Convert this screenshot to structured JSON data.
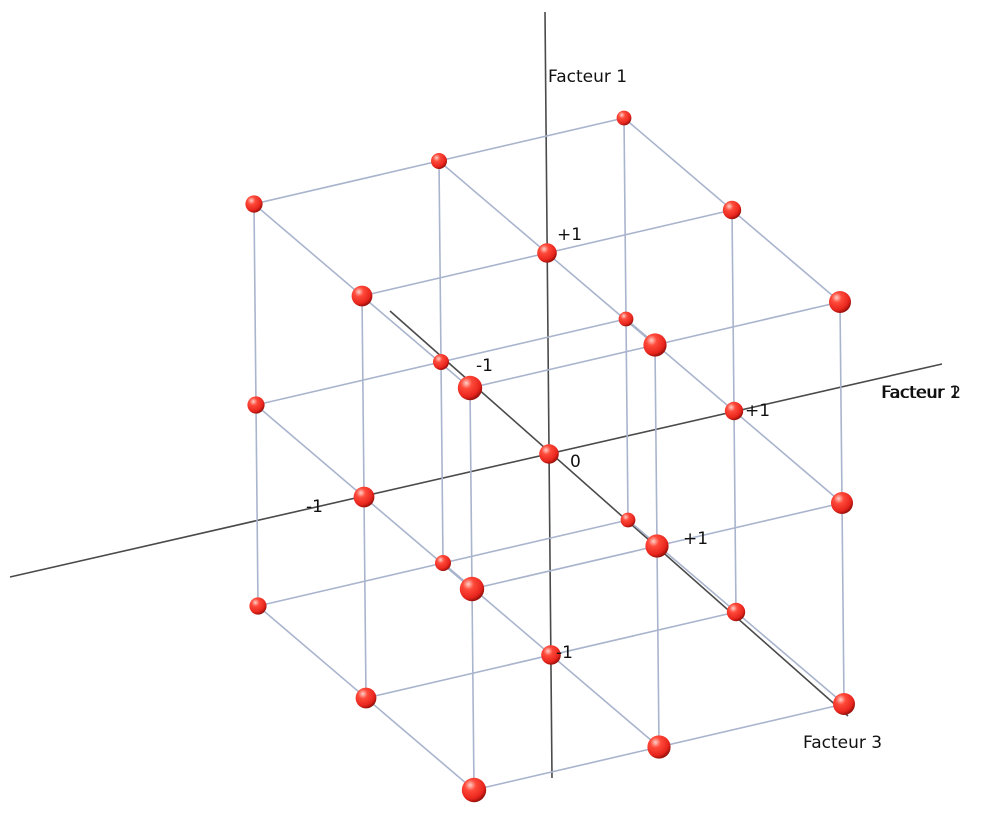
{
  "diagram": {
    "axes": {
      "factor1": {
        "name": "Facteur 1",
        "plus_label": "+1",
        "minus_label": "-1"
      },
      "factor2": {
        "name": "Facteur 2",
        "name_overlap": "Facteur 1",
        "plus_label": "+1",
        "minus_label": "-1"
      },
      "factor3": {
        "name": "Facteur 3",
        "plus_label": "+1",
        "minus_label": "-1"
      },
      "origin_label": "0"
    },
    "design": {
      "type": "3x3x3 factorial grid",
      "levels": [
        -1,
        0,
        1
      ],
      "visible_points": 27
    },
    "colors": {
      "point": "#e8251d",
      "point_highlight": "#ffd0c8",
      "point_shadow": "#8a0c07",
      "wire": "#a9b4cd",
      "axis": "#4a4a4a"
    }
  }
}
